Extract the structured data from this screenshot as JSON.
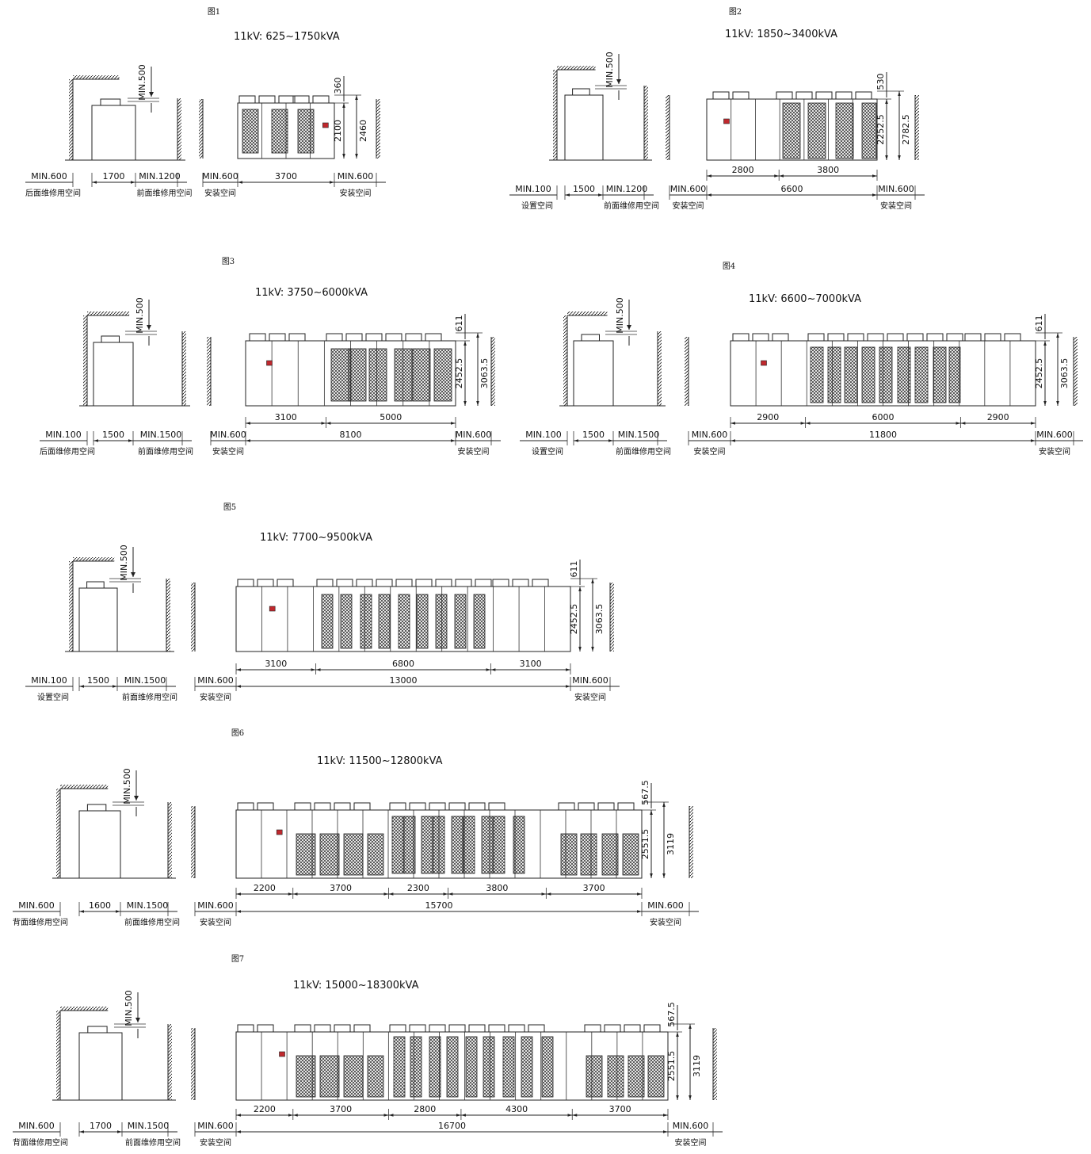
{
  "figures": [
    {
      "label": "图1",
      "title": "11kV: 625~1750kVA",
      "side": {
        "h1": "MIN.500",
        "left": "MIN.600",
        "width": "1700",
        "right": "MIN.1200",
        "left_cap": "后面维修用空间",
        "right_cap": "前面维修用空间"
      },
      "front": {
        "left": "MIN.600",
        "total": "3700",
        "right": "MIN.600",
        "left_cap": "安装空间",
        "right_cap": "安装空间",
        "top": "360",
        "hl": "2100",
        "hr": "2460",
        "segs": []
      }
    },
    {
      "label": "图2",
      "title": "11kV: 1850~3400kVA",
      "side": {
        "h1": "MIN.500",
        "left": "MIN.100",
        "width": "1500",
        "right": "MIN.1200",
        "left_cap": "设置空间",
        "right_cap": "前面维修用空间"
      },
      "front": {
        "left": "MIN.600",
        "total": "6600",
        "right": "MIN.600",
        "left_cap": "安装空间",
        "right_cap": "安装空间",
        "top": "530",
        "hl": "2252.5",
        "hr": "2782.5",
        "segs": [
          "2800",
          "3800"
        ]
      }
    },
    {
      "label": "图3",
      "title": "11kV: 3750~6000kVA",
      "side": {
        "h1": "MIN.500",
        "left": "MIN.100",
        "width": "1500",
        "right": "MIN.1500",
        "left_cap": "后面维修用空间",
        "right_cap": "前面维修用空间"
      },
      "front": {
        "left": "MIN.600",
        "total": "8100",
        "right": "MIN.600",
        "left_cap": "安装空间",
        "right_cap": "安装空间",
        "top": "611",
        "hl": "2452.5",
        "hr": "3063.5",
        "segs": [
          "3100",
          "5000"
        ]
      }
    },
    {
      "label": "图4",
      "title": "11kV: 6600~7000kVA",
      "side": {
        "h1": "MIN.500",
        "left": "MIN.100",
        "width": "1500",
        "right": "MIN.1500",
        "left_cap": "设置空间",
        "right_cap": "前面维修用空间"
      },
      "front": {
        "left": "MIN.600",
        "total": "11800",
        "right": "MIN.600",
        "left_cap": "安装空间",
        "right_cap": "安装空间",
        "top": "611",
        "hl": "2452.5",
        "hr": "3063.5",
        "segs": [
          "2900",
          "6000",
          "2900"
        ]
      }
    },
    {
      "label": "图5",
      "title": "11kV: 7700~9500kVA",
      "side": {
        "h1": "MIN.500",
        "left": "MIN.100",
        "width": "1500",
        "right": "MIN.1500",
        "left_cap": "设置空间",
        "right_cap": "前面维修用空间"
      },
      "front": {
        "left": "MIN.600",
        "total": "13000",
        "right": "MIN.600",
        "left_cap": "安装空间",
        "right_cap": "安装空间",
        "top": "611",
        "hl": "2452.5",
        "hr": "3063.5",
        "segs": [
          "3100",
          "6800",
          "3100"
        ]
      }
    },
    {
      "label": "图6",
      "title": "11kV: 11500~12800kVA",
      "side": {
        "h1": "MIN.500",
        "left": "MIN.600",
        "width": "1600",
        "right": "MIN.1500",
        "left_cap": "背面维修用空间",
        "right_cap": "前面维修用空间"
      },
      "front": {
        "left": "MIN.600",
        "total": "15700",
        "right": "MIN.600",
        "left_cap": "安装空间",
        "right_cap": "安装空间",
        "top": "567.5",
        "hl": "2551.5",
        "hr": "3119",
        "segs": [
          "2200",
          "3700",
          "2300",
          "3800",
          "3700"
        ]
      }
    },
    {
      "label": "图7",
      "title": "11kV: 15000~18300kVA",
      "side": {
        "h1": "MIN.500",
        "left": "MIN.600",
        "width": "1700",
        "right": "MIN.1500",
        "left_cap": "背面维修用空间",
        "right_cap": "前面维修用空间"
      },
      "front": {
        "left": "MIN.600",
        "total": "16700",
        "right": "MIN.600",
        "left_cap": "安装空间",
        "right_cap": "安装空间",
        "top": "567.5",
        "hl": "2551.5",
        "hr": "3119",
        "segs": [
          "2200",
          "3700",
          "2800",
          "4300",
          "3700"
        ]
      }
    }
  ],
  "colors": {
    "line": "#222222",
    "badge": "#c0282d"
  }
}
